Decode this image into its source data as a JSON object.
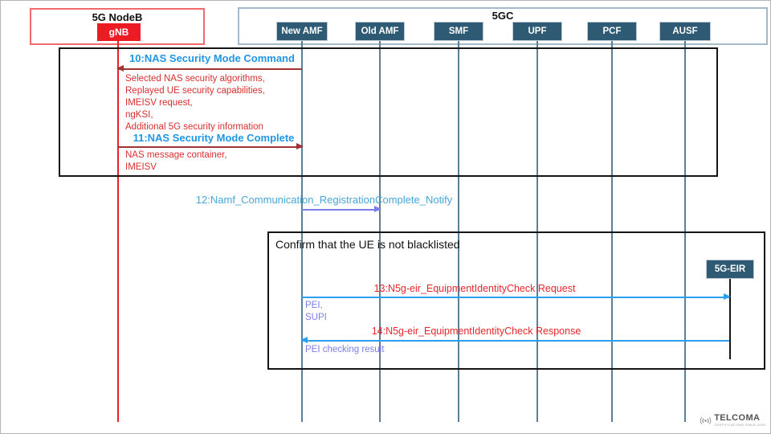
{
  "groups": {
    "ran": {
      "title": "5G NodeB",
      "node": {
        "label": "gNB"
      }
    },
    "core": {
      "title": "5GC",
      "nodes": [
        {
          "label": "New AMF"
        },
        {
          "label": "Old AMF"
        },
        {
          "label": "SMF"
        },
        {
          "label": "UPF"
        },
        {
          "label": "PCF"
        },
        {
          "label": "AUSF"
        }
      ]
    },
    "eir": {
      "label": "5G-EIR"
    }
  },
  "messages": {
    "m10": {
      "label": "10:NAS Security Mode Command",
      "params": [
        "Selected NAS security algorithms,",
        "Replayed UE security capabilities,",
        "IMEISV request,",
        "ngKSI,",
        "Additional 5G security information"
      ]
    },
    "m11": {
      "label": "11:NAS Security Mode Complete",
      "params": [
        "NAS message container,",
        "IMEISV"
      ]
    },
    "m12": {
      "label": "12:Namf_Communication_RegistrationComplete_Notify"
    },
    "m13": {
      "label": "13:N5g-eir_EquipmentIdentityCheck Request",
      "params": [
        "PEI,",
        "SUPI"
      ]
    },
    "m14": {
      "label": "14:N5g-eir_EquipmentIdentityCheck Response",
      "params": [
        "PEI checking result"
      ]
    }
  },
  "note": {
    "label": "Confirm that the UE is not blacklisted"
  },
  "footer": {
    "brand": "TELCOMA",
    "tagline": "CERTIFICATIONS SINCE 2009"
  },
  "colors": {
    "gnb_red": "#ec1c24",
    "ran_border_red": "#f16a6d",
    "core_border": "#a5bac8",
    "nf_box_fill": "#2e5a73",
    "lifeline_blue_gray": "#5a7f99",
    "frame_black": "#151515",
    "msg_blue": "#2196e3",
    "msg_light_blue": "#48a6d9",
    "msg_red": "#e8262b",
    "param_red": "#d92f2f",
    "param_purple": "#7b7fe8",
    "arrow_dark_red": "#9e3434",
    "arrow_purple": "#7b7fe8",
    "arrow_bright_blue": "#2b9ff0"
  }
}
